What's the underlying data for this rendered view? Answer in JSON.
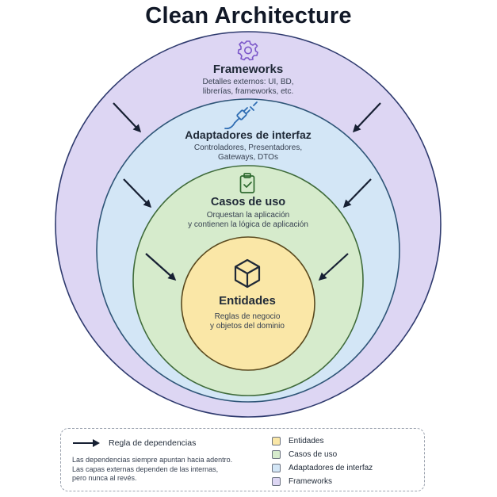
{
  "title": "Clean Architecture",
  "colors": {
    "frameworks": "#ddd6f3",
    "frameworks_stroke": "#2e3a6e",
    "adapters": "#d3e6f6",
    "adapters_stroke": "#2e5577",
    "usecases": "#d6ebcc",
    "usecases_stroke": "#3f6b3a",
    "entities": "#fae7a7",
    "entities_stroke": "#5a4a1f",
    "arrow": "#172033",
    "icon_frameworks": "#7b57c9",
    "icon_adapters": "#2f6db3",
    "icon_usecases": "#2f6a30",
    "icon_entities": "#1f2937"
  },
  "layers": {
    "frameworks": {
      "name": "Frameworks",
      "desc_line1": "Detalles externos: UI, BD,",
      "desc_line2": "librerías, frameworks, etc.",
      "icon": "gear-icon"
    },
    "adapters": {
      "name": "Adaptadores de interfaz",
      "desc_line1": "Controladores, Presentadores,",
      "desc_line2": "Gateways, DTOs",
      "icon": "plug-icon"
    },
    "usecases": {
      "name": "Casos de uso",
      "desc_line1": "Orquestan la aplicación",
      "desc_line2": "y contienen la lógica de aplicación",
      "icon": "clipboard-check-icon"
    },
    "entities": {
      "name": "Entidades",
      "desc_line1": "Reglas de negocio",
      "desc_line2": "y objetos del dominio",
      "icon": "cube-icon"
    }
  },
  "legend": {
    "rule_title": "Regla de dependencias",
    "rule_line1": "Las dependencias siempre apuntan hacia adentro.",
    "rule_line2": "Las capas externas dependen de las internas,",
    "rule_line3": "pero nunca al revés.",
    "items": [
      {
        "label": "Entidades",
        "color": "#fae7a7"
      },
      {
        "label": "Casos de uso",
        "color": "#d6ebcc"
      },
      {
        "label": "Adaptadores de interfaz",
        "color": "#d3e6f6"
      },
      {
        "label": "Frameworks",
        "color": "#ddd6f3"
      }
    ]
  }
}
